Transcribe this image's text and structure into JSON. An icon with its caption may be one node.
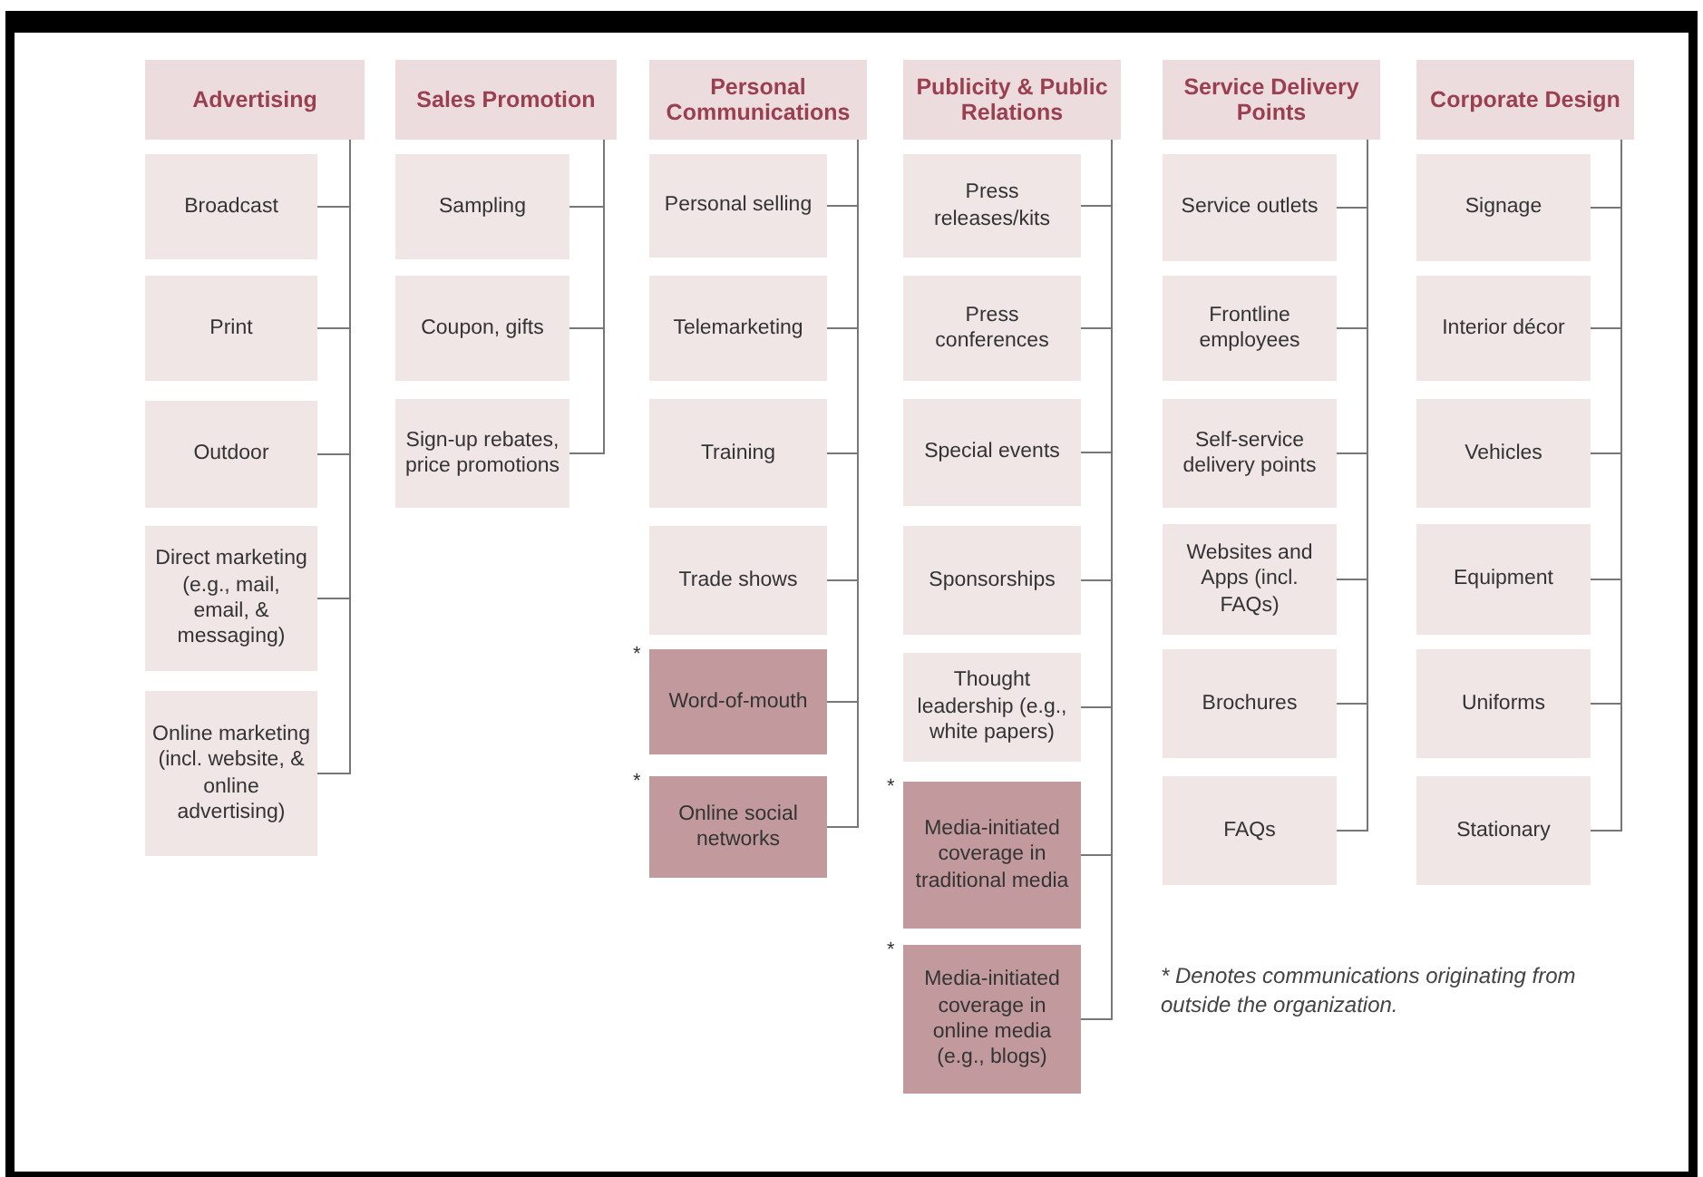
{
  "diagram": {
    "nodes": [
      {
        "text": [
          "Advertising"
        ]
      },
      {
        "text": [
          "Broadcast"
        ]
      },
      {
        "text": [
          "Print"
        ]
      },
      {
        "text": [
          "Outdoor"
        ]
      },
      {
        "text": [
          "Direct marketing (e.g., mail, email, & messaging)"
        ]
      },
      {
        "text": [
          "Online marketing (incl. website, & online advertising)"
        ]
      },
      {
        "text": [
          "Sales Promotion"
        ]
      },
      {
        "text": [
          "Sampling"
        ]
      },
      {
        "text": [
          "Coupon, gifts"
        ]
      },
      {
        "text": [
          "Sign-up rebates, price promotions"
        ]
      },
      {
        "text": [
          "Personal Communications"
        ]
      },
      {
        "text": [
          "Personal selling"
        ]
      },
      {
        "text": [
          "Telemarketing"
        ]
      },
      {
        "text": [
          "Training"
        ]
      },
      {
        "text": [
          "Trade shows"
        ]
      },
      {
        "text": [
          "Word-of-mouth"
        ],
        "beside": [
          "*"
        ]
      },
      {
        "text": [
          "Online social networks"
        ],
        "beside": [
          "*"
        ]
      },
      {
        "text": [
          "Publicity & Public Relations"
        ]
      },
      {
        "text": [
          "Press releases/kits"
        ]
      },
      {
        "text": [
          "Press conferences"
        ]
      },
      {
        "text": [
          "Special events"
        ]
      },
      {
        "text": [
          "Sponsorships"
        ]
      },
      {
        "text": [
          "Thought leadership (e.g., white papers)"
        ]
      },
      {
        "text": [
          "Media-initiated coverage in traditional media"
        ],
        "beside": [
          "*"
        ]
      },
      {
        "text": [
          "Media-initiated coverage in online media (e.g., blogs)"
        ],
        "beside": [
          "*"
        ]
      },
      {
        "text": [
          "Service Delivery Points"
        ]
      },
      {
        "text": [
          "Service outlets"
        ]
      },
      {
        "text": [
          "Frontline employees"
        ]
      },
      {
        "text": [
          "Self-service delivery points"
        ]
      },
      {
        "text": [
          "Websites and Apps (incl. FAQs)"
        ]
      },
      {
        "text": [
          "Brochures"
        ]
      },
      {
        "text": [
          "FAQs"
        ]
      },
      {
        "text": [
          "Corporate Design"
        ]
      },
      {
        "text": [
          "Signage"
        ]
      },
      {
        "text": [
          "Interior décor"
        ]
      },
      {
        "text": [
          "Vehicles"
        ]
      },
      {
        "text": [
          "Equipment"
        ]
      },
      {
        "text": [
          "Uniforms"
        ]
      },
      {
        "text": [
          "Stationary"
        ]
      }
    ],
    "edges": [
      {
        "from": 0,
        "to": 1,
        "arrow": "none"
      },
      {
        "from": 0,
        "to": 2,
        "arrow": "none"
      },
      {
        "from": 0,
        "to": 3,
        "arrow": "none"
      },
      {
        "from": 0,
        "to": 4,
        "arrow": "none"
      },
      {
        "from": 0,
        "to": 5,
        "arrow": "none"
      },
      {
        "from": 6,
        "to": 7,
        "arrow": "none"
      },
      {
        "from": 6,
        "to": 8,
        "arrow": "none"
      },
      {
        "from": 6,
        "to": 9,
        "arrow": "none"
      },
      {
        "from": 10,
        "to": 11,
        "arrow": "none"
      },
      {
        "from": 10,
        "to": 12,
        "arrow": "none"
      },
      {
        "from": 10,
        "to": 13,
        "arrow": "none"
      },
      {
        "from": 10,
        "to": 14,
        "arrow": "none"
      },
      {
        "from": 10,
        "to": 15,
        "arrow": "none"
      },
      {
        "from": 10,
        "to": 16,
        "arrow": "none"
      },
      {
        "from": 17,
        "to": 18,
        "arrow": "none"
      },
      {
        "from": 17,
        "to": 19,
        "arrow": "none"
      },
      {
        "from": 17,
        "to": 20,
        "arrow": "none"
      },
      {
        "from": 17,
        "to": 21,
        "arrow": "none"
      },
      {
        "from": 17,
        "to": 22,
        "arrow": "none"
      },
      {
        "from": 17,
        "to": 23,
        "arrow": "none"
      },
      {
        "from": 17,
        "to": 24,
        "arrow": "none"
      },
      {
        "from": 25,
        "to": 26,
        "arrow": "none"
      },
      {
        "from": 25,
        "to": 27,
        "arrow": "none"
      },
      {
        "from": 25,
        "to": 28,
        "arrow": "none"
      },
      {
        "from": 25,
        "to": 29,
        "arrow": "none"
      },
      {
        "from": 25,
        "to": 30,
        "arrow": "none"
      },
      {
        "from": 25,
        "to": 31,
        "arrow": "none"
      },
      {
        "from": 32,
        "to": 33,
        "arrow": "none"
      },
      {
        "from": 32,
        "to": 34,
        "arrow": "none"
      },
      {
        "from": 32,
        "to": 35,
        "arrow": "none"
      },
      {
        "from": 32,
        "to": 36,
        "arrow": "none"
      },
      {
        "from": 32,
        "to": 37,
        "arrow": "none"
      },
      {
        "from": 32,
        "to": 38,
        "arrow": "none"
      }
    ],
    "labels": [
      "* Denotes communications originating from outside the organization."
    ]
  }
}
